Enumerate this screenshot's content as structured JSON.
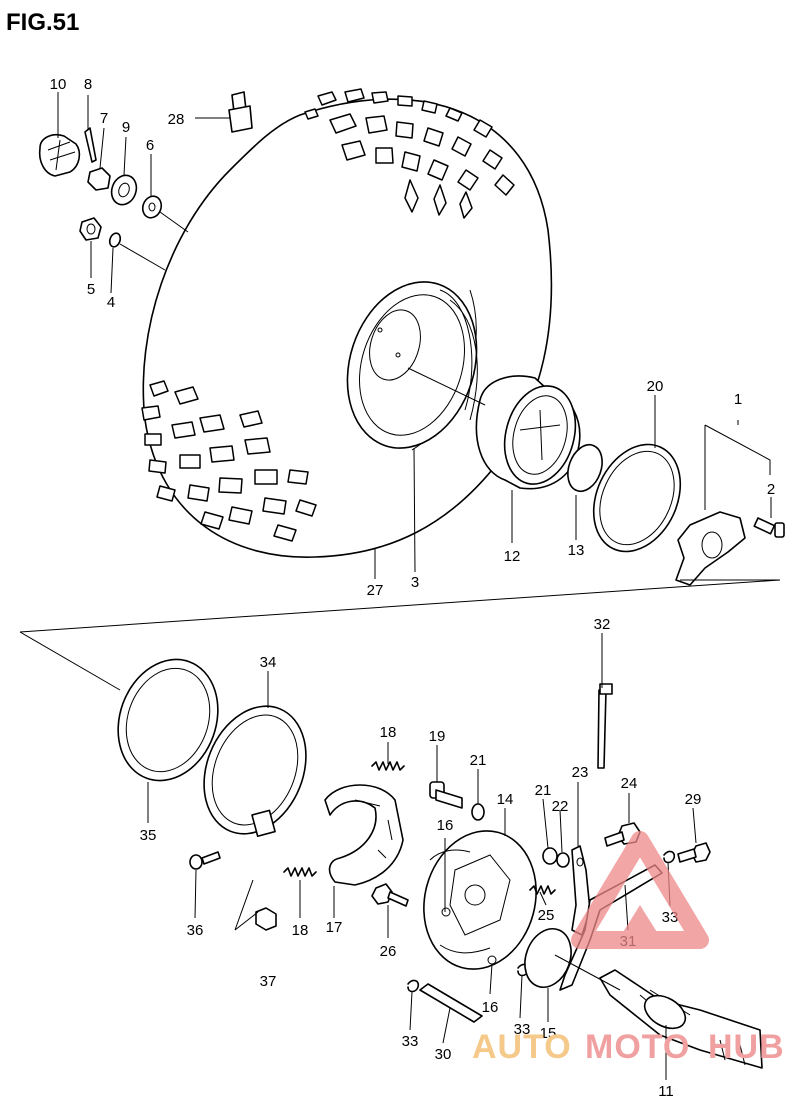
{
  "title": "FIG.51",
  "callouts": {
    "c10": "10",
    "c8": "8",
    "c7": "7",
    "c9": "9",
    "c6": "6",
    "c5": "5",
    "c4": "4",
    "c28": "28",
    "c27": "27",
    "c3": "3",
    "c12": "12",
    "c13": "13",
    "c20": "20",
    "c1": "1",
    "c2": "2",
    "c32": "32",
    "c34": "34",
    "c35": "35",
    "c36": "36",
    "c37": "37",
    "c18a": "18",
    "c18b": "18",
    "c17": "17",
    "c19": "19",
    "c21a": "21",
    "c21b": "21",
    "c14": "14",
    "c16a": "16",
    "c16b": "16",
    "c23": "23",
    "c22": "22",
    "c24": "24",
    "c29": "29",
    "c26": "26",
    "c25": "25",
    "c33a": "33",
    "c33b": "33",
    "c33c": "33",
    "c31": "31",
    "c15": "15",
    "c30": "30",
    "c11": "11"
  },
  "watermark": {
    "text_a": "AUTO",
    "text_b": "MOTO",
    "text_c": "HUB",
    "color_primary": "#f0a0a0",
    "color_accent": "#f5c98a"
  }
}
